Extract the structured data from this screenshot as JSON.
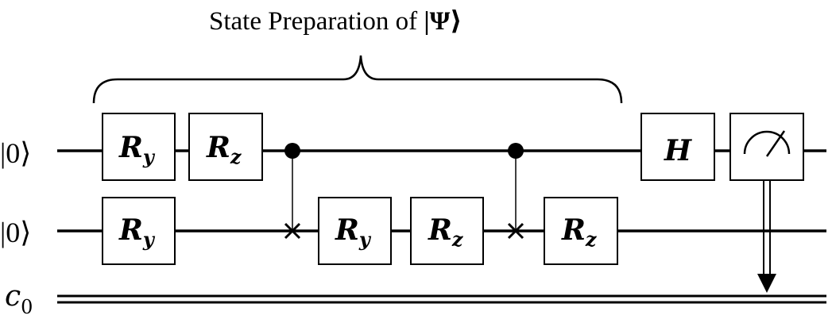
{
  "title": {
    "prefix": "State Preparation of ",
    "psi": "|Ψ⟩"
  },
  "qubits": [
    {
      "label": "|0⟩"
    },
    {
      "label": "|0⟩"
    }
  ],
  "classical_register": {
    "symbol": "c",
    "index": "0"
  },
  "gates": {
    "q0": [
      {
        "main": "R",
        "sub": "y"
      },
      {
        "main": "R",
        "sub": "z"
      },
      {
        "main": "H",
        "sub": ""
      }
    ],
    "q1": [
      {
        "main": "R",
        "sub": "y"
      },
      {
        "main": "R",
        "sub": "y"
      },
      {
        "main": "R",
        "sub": "z"
      },
      {
        "main": "R",
        "sub": "z"
      }
    ]
  },
  "measurement": {
    "icon": "meter-icon"
  },
  "controls": [
    {
      "type": "cnot-x-target",
      "control": "q0",
      "target": "q1"
    },
    {
      "type": "cnot-x-target",
      "control": "q0",
      "target": "q1"
    }
  ]
}
